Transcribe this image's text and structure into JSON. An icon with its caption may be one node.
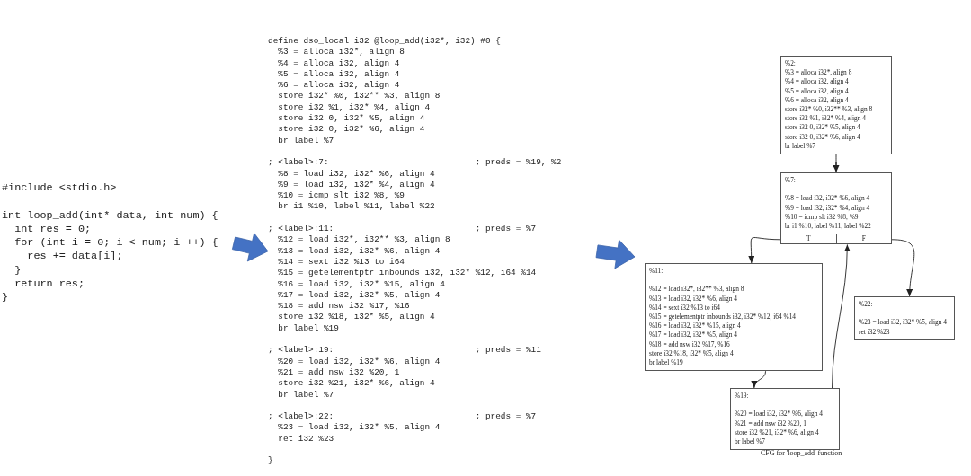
{
  "diagram": {
    "nodes": [
      {
        "text": [
          "#include <stdio.h>",
          "int loop_add(int* data, int num) {",
          "  int res = 0;",
          "  for (int i = 0; i < num; i ++) {",
          "    res += data[i];",
          "  }",
          "  return res;",
          "}"
        ]
      },
      {
        "text": [
          "define dso_local i32 @loop_add(i32*, i32) #0 {",
          "  %3 = alloca i32*, align 8",
          "  %4 = alloca i32, align 4",
          "  %5 = alloca i32, align 4",
          "  %6 = alloca i32, align 4",
          "  store i32* %0, i32** %3, align 8",
          "  store i32 %1, i32* %4, align 4",
          "  store i32 0, i32* %5, align 4",
          "  store i32 0, i32* %6, align 4",
          "  br label %7",
          "; <label>:7:                             ; preds = %19, %2",
          "  %8 = load i32, i32* %6, align 4",
          "  %9 = load i32, i32* %4, align 4",
          "  %10 = icmp slt i32 %8, %9",
          "  br i1 %10, label %11, label %22",
          "; <label>:11:                            ; preds = %7",
          "  %12 = load i32*, i32** %3, align 8",
          "  %13 = load i32, i32* %6, align 4",
          "  %14 = sext i32 %13 to i64",
          "  %15 = getelementptr inbounds i32, i32* %12, i64 %14",
          "  %16 = load i32, i32* %15, align 4",
          "  %17 = load i32, i32* %5, align 4",
          "  %18 = add nsw i32 %17, %16",
          "  store i32 %18, i32* %5, align 4",
          "  br label %19",
          "; <label>:19:                            ; preds = %11",
          "  %20 = load i32, i32* %6, align 4",
          "  %21 = add nsw i32 %20, 1",
          "  store i32 %21, i32* %6, align 4",
          "  br label %7",
          "; <label>:22:                            ; preds = %7",
          "  %23 = load i32, i32* %5, align 4",
          "  ret i32 %23",
          "}"
        ]
      },
      {
        "text": [
          "CFG for 'loop_add' function"
        ]
      },
      {
        "text": [
          "%2:",
          "%3 = alloca i32*, align 8",
          "%4 = alloca i32, align 4",
          "%5 = alloca i32, align 4",
          "%6 = alloca i32, align 4",
          "store i32* %0, i32** %3, align 8",
          "store i32 %1, i32* %4, align 4",
          "store i32 0, i32* %5, align 4",
          "store i32 0, i32* %6, align 4",
          "br label %7"
        ],
        "in": 2
      },
      {
        "text": [
          "%7:",
          "%8 = load i32, i32* %6, align 4",
          "%9 = load i32, i32* %4, align 4",
          "%10 = icmp slt i32 %8, %9",
          "br i1 %10, label %11, label %22",
          "T",
          "F"
        ],
        "in": 2
      },
      {
        "text": [
          "%11:",
          "%12 = load i32*, i32** %3, align 8",
          "%13 = load i32, i32* %6, align 4",
          "%14 = sext i32 %13 to i64",
          "%15 = getelementptr inbounds i32, i32* %12, i64 %14",
          "%16 = load i32, i32* %15, align 4",
          "%17 = load i32, i32* %5, align 4",
          "%18 = add nsw i32 %17, %16",
          "store i32 %18, i32* %5, align 4",
          "br label %19"
        ],
        "in": 2
      },
      {
        "text": [
          "%19:",
          "%20 = load i32, i32* %6, align 4",
          "%21 = add nsw i32 %20, 1",
          "store i32 %21, i32* %6, align 4",
          "br label %7"
        ],
        "in": 2
      },
      {
        "text": [
          "%22:",
          "%23 = load i32, i32* %5, align 4",
          "ret i32 %23"
        ],
        "in": 2
      }
    ],
    "edges": [
      {
        "from": 0,
        "to": 1,
        "arrow": "to"
      },
      {
        "from": 1,
        "to": 2,
        "arrow": "to"
      },
      {
        "from": 3,
        "to": 4,
        "arrow": "to"
      },
      {
        "from": 4,
        "to": 5,
        "arrow": "to"
      },
      {
        "from": 4,
        "to": 7,
        "arrow": "to"
      },
      {
        "from": 5,
        "to": 6,
        "arrow": "to"
      },
      {
        "from": 6,
        "to": 4,
        "arrow": "to"
      }
    ]
  }
}
